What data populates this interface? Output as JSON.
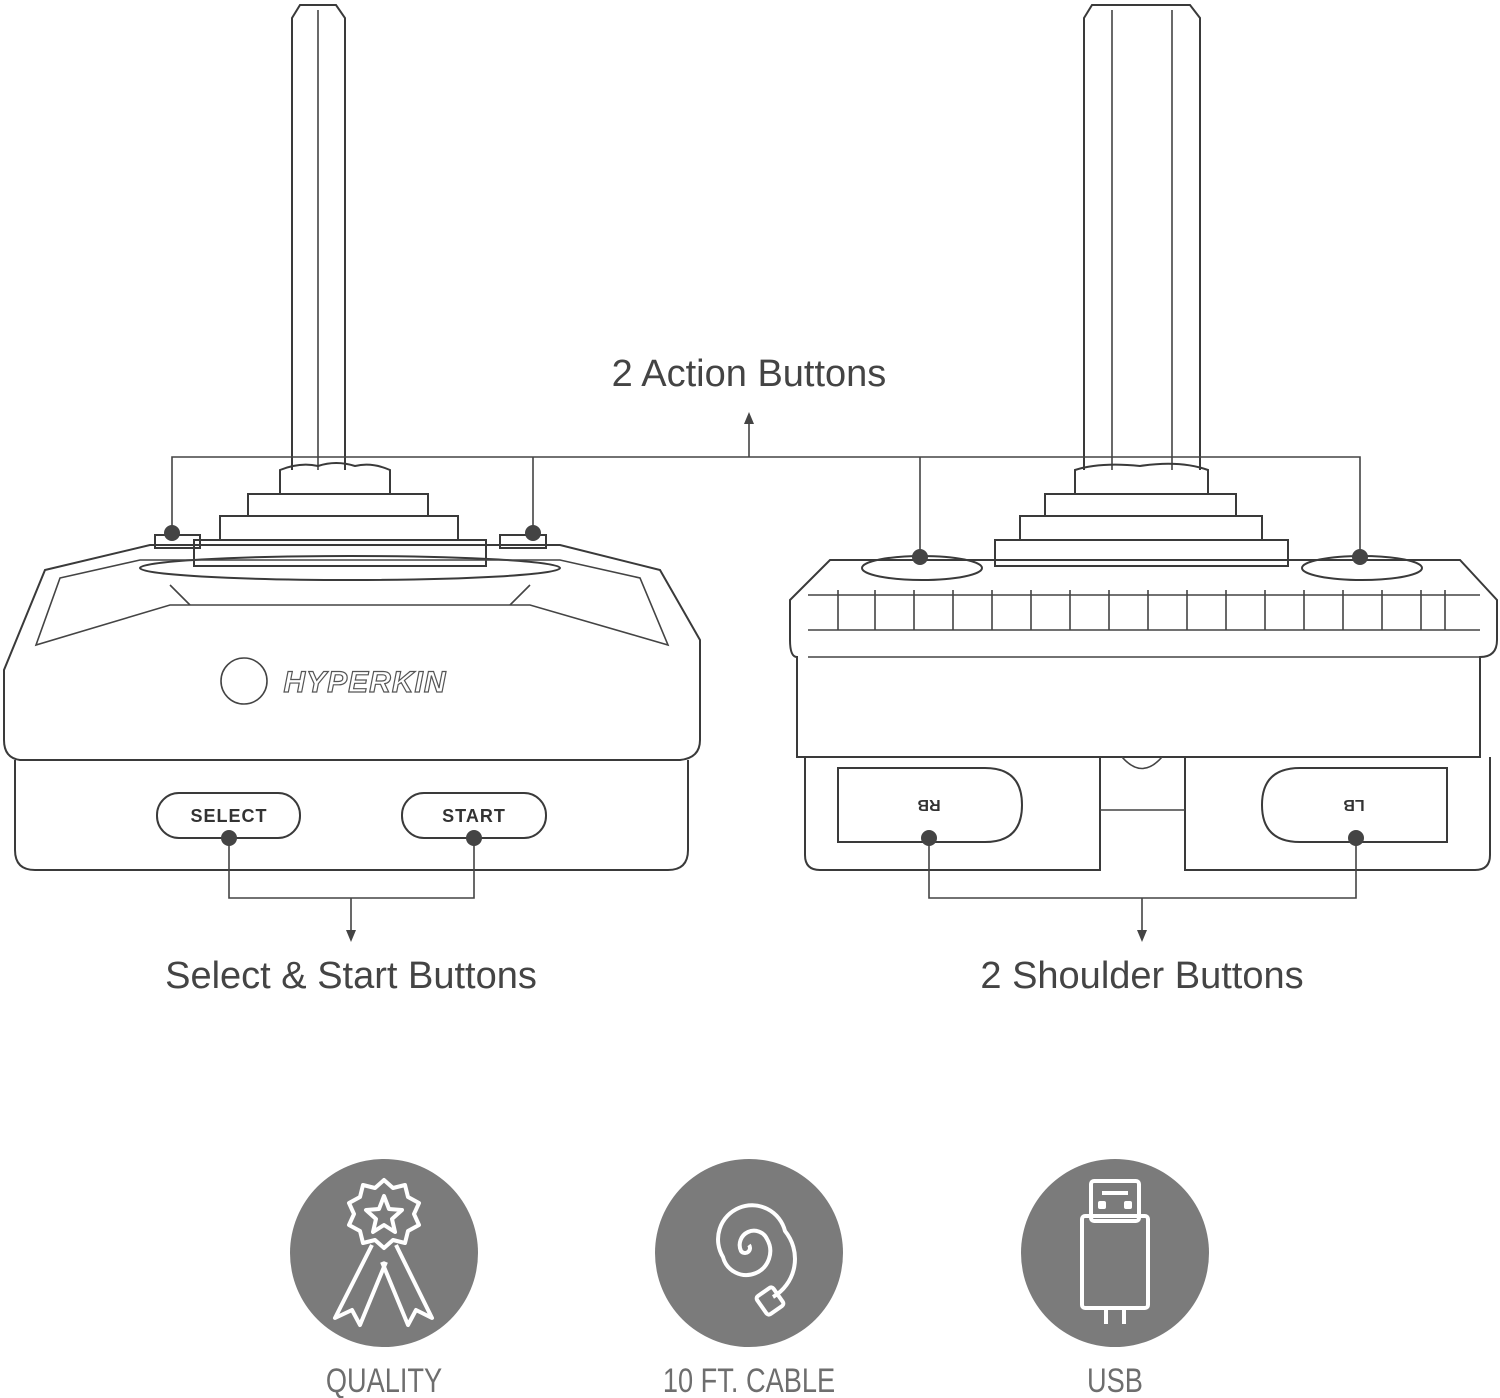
{
  "callouts": {
    "action": "2 Action Buttons",
    "select_start": "Select & Start Buttons",
    "shoulder": "2 Shoulder Buttons"
  },
  "left_controller": {
    "brand": "HYPERKIN",
    "select_label": "SELECT",
    "start_label": "START"
  },
  "right_controller": {
    "rb_label": "RB",
    "lb_label": "LB"
  },
  "features": [
    {
      "label": "QUALITY",
      "icon": "award-ribbon-icon"
    },
    {
      "label": "10 FT. CABLE",
      "icon": "coiled-cable-icon"
    },
    {
      "label": "USB",
      "icon": "usb-plug-icon"
    }
  ],
  "colors": {
    "line": "#3a3a3a",
    "badge": "#7b7b7b",
    "text": "#444444"
  }
}
